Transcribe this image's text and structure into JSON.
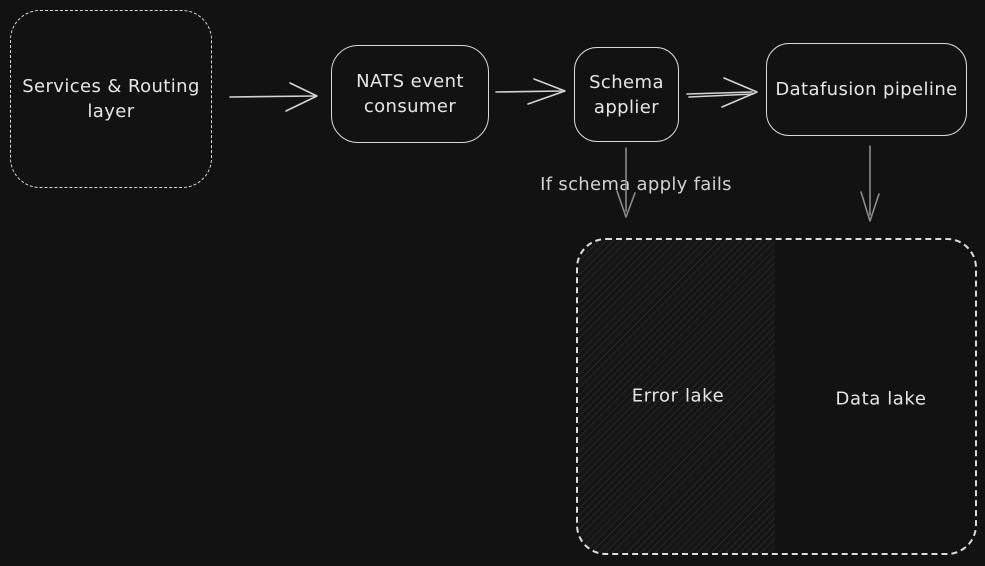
{
  "canvas": {
    "background_color": "#121212",
    "stroke_color": "#d9d9d9",
    "text_color": "#e6e6e6",
    "arrow_color": "#d4d4d4",
    "muted_arrow_color": "#8c8c8c"
  },
  "nodes": {
    "services": {
      "label": "Services & Routing\nlayer"
    },
    "nats": {
      "label": "NATS event\nconsumer"
    },
    "schema": {
      "label": "Schema\napplier"
    },
    "datafusion": {
      "label": "Datafusion pipeline"
    },
    "error_lake": {
      "label": "Error lake"
    },
    "data_lake": {
      "label": "Data lake"
    }
  },
  "annotations": {
    "schema_fail": "If schema apply fails"
  }
}
